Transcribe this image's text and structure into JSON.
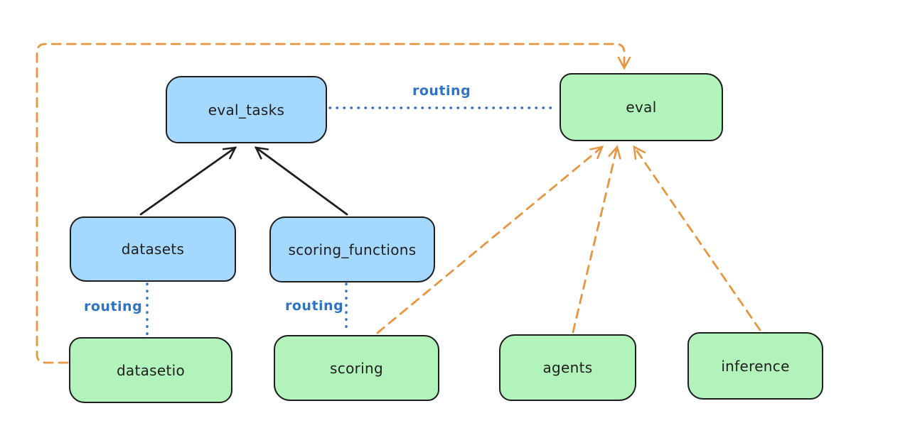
{
  "diagram": {
    "nodes": [
      {
        "id": "eval_tasks",
        "label": "eval_tasks",
        "fill": "#a5d8ff"
      },
      {
        "id": "eval",
        "label": "eval",
        "fill": "#b2f2bb"
      },
      {
        "id": "datasets",
        "label": "datasets",
        "fill": "#a5d8ff"
      },
      {
        "id": "scoring_functions",
        "label": "scoring_functions",
        "fill": "#a5d8ff"
      },
      {
        "id": "datasetio",
        "label": "datasetio",
        "fill": "#b2f2bb"
      },
      {
        "id": "scoring",
        "label": "scoring",
        "fill": "#b2f2bb"
      },
      {
        "id": "agents",
        "label": "agents",
        "fill": "#b2f2bb"
      },
      {
        "id": "inference",
        "label": "inference",
        "fill": "#b2f2bb"
      }
    ],
    "edges": [
      {
        "from": "datasets",
        "to": "eval_tasks",
        "style": "solid",
        "color": "#1e1e1e",
        "arrow": true,
        "label": ""
      },
      {
        "from": "scoring_functions",
        "to": "eval_tasks",
        "style": "solid",
        "color": "#1e1e1e",
        "arrow": true,
        "label": ""
      },
      {
        "from": "eval_tasks",
        "to": "eval",
        "style": "dotted",
        "color": "#2f74c4",
        "arrow": false,
        "label": "routing"
      },
      {
        "from": "datasets",
        "to": "datasetio",
        "style": "dotted",
        "color": "#2f74c4",
        "arrow": false,
        "label": "routing"
      },
      {
        "from": "scoring_functions",
        "to": "scoring",
        "style": "dotted",
        "color": "#2f74c4",
        "arrow": false,
        "label": "routing"
      },
      {
        "from": "scoring",
        "to": "eval",
        "style": "dashed",
        "color": "#e8953f",
        "arrow": true,
        "label": ""
      },
      {
        "from": "agents",
        "to": "eval",
        "style": "dashed",
        "color": "#e8953f",
        "arrow": true,
        "label": ""
      },
      {
        "from": "inference",
        "to": "eval",
        "style": "dashed",
        "color": "#e8953f",
        "arrow": true,
        "label": ""
      },
      {
        "from": "datasetio",
        "to": "eval",
        "style": "dashed",
        "color": "#e8953f",
        "arrow": true,
        "label": "",
        "route": "around-left-and-top"
      }
    ],
    "colors": {
      "node_blue_fill": "#a5d8ff",
      "node_green_fill": "#b2f2bb",
      "node_stroke": "#1e1e1e",
      "routing_blue": "#2f74c4",
      "dashed_orange": "#e8953f",
      "background": "#ffffff"
    }
  }
}
